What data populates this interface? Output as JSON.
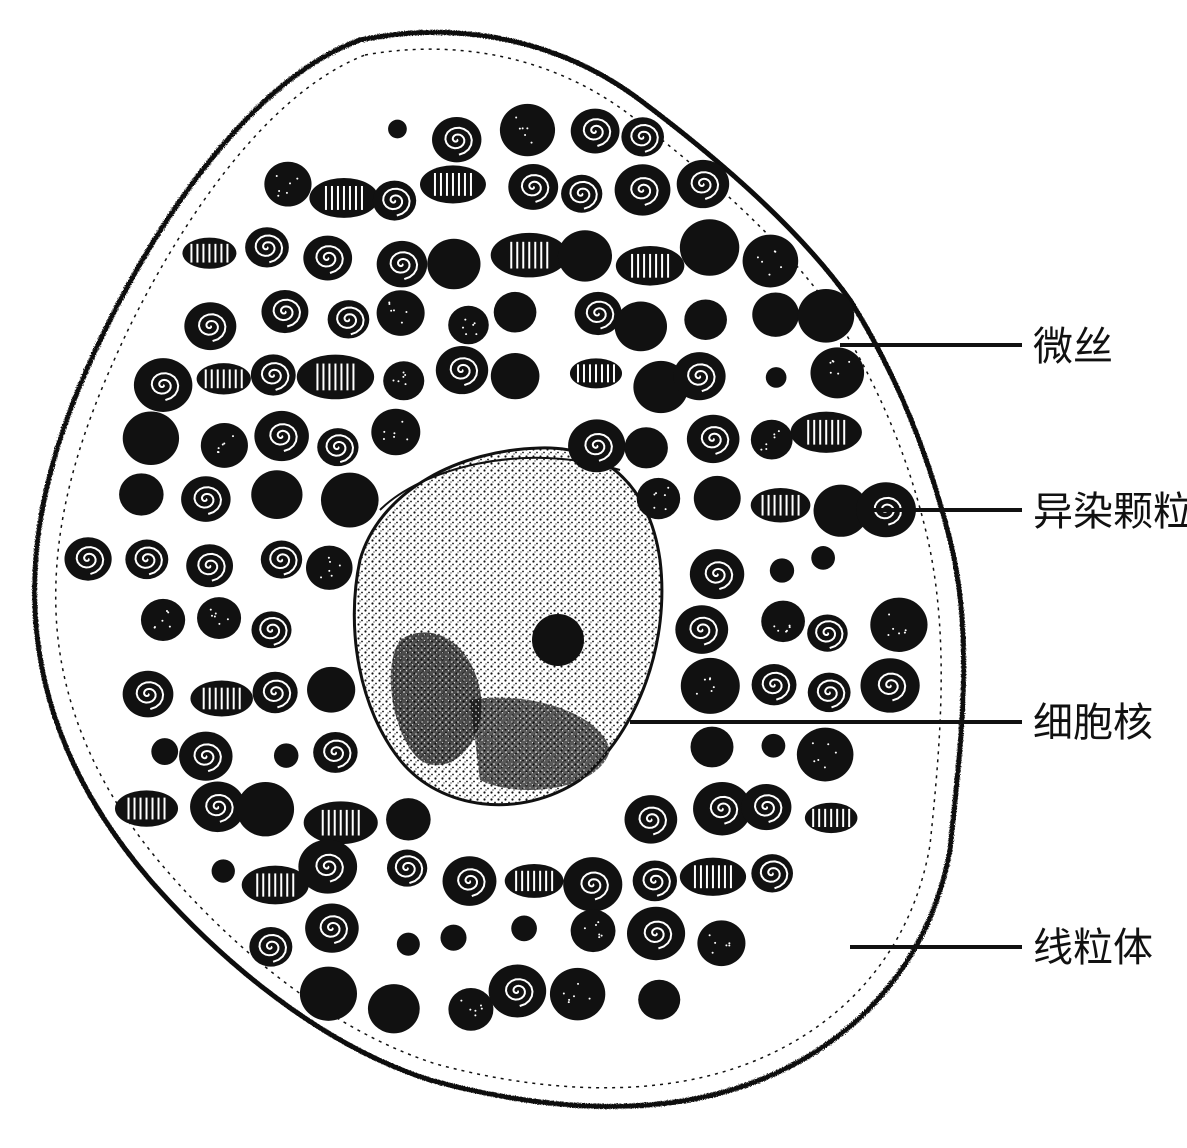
{
  "diagram": {
    "labels": [
      {
        "id": "microfilament",
        "text": "微丝"
      },
      {
        "id": "granule",
        "text": "异染颗粒"
      },
      {
        "id": "nucleus",
        "text": "细胞核"
      },
      {
        "id": "mitochondrion",
        "text": "线粒体"
      }
    ]
  },
  "colors": {
    "ink": "#111111",
    "paper": "#ffffff"
  }
}
